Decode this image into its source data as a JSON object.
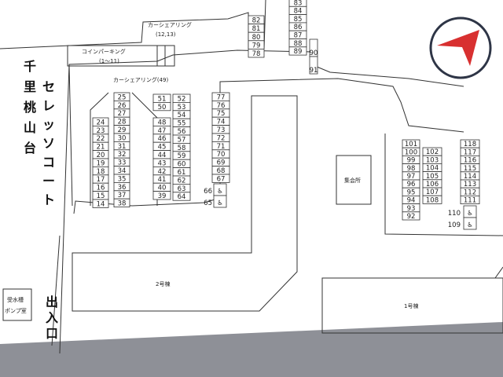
{
  "map": {
    "street_name_vertical": "千里桃山台",
    "building_name_vertical": "セレッソコート",
    "entrance": "出入口",
    "labels": {
      "car_share_top": "カーシェアリング",
      "car_share_top_nums": "(12,13)",
      "coin_parking": "コインパーキング",
      "coin_parking_range": "(1〜11)",
      "car_share_mid": "カーシェアリング(49)",
      "meeting_hall": "集会所",
      "bldg2": "2号棟",
      "bldg1": "1号棟",
      "pump_room_1": "受水槽",
      "pump_room_2": "ポンプ室"
    },
    "accessible_symbol": "♿",
    "stalls": {
      "col_78_89_left": [
        "82",
        "81",
        "80",
        "79",
        "78"
      ],
      "col_78_89_right": [
        "83",
        "84",
        "85",
        "86",
        "87",
        "88",
        "89"
      ],
      "small_90_91": [
        "90",
        "91"
      ],
      "left_col_a": [
        "24",
        "23",
        "22",
        "21",
        "20",
        "19",
        "18",
        "17",
        "16",
        "15",
        "14"
      ],
      "left_col_b": [
        "25",
        "26",
        "27",
        "28",
        "29",
        "30",
        "31",
        "32",
        "33",
        "34",
        "35",
        "36",
        "37",
        "38"
      ],
      "mid_col_a": [
        "48",
        "47",
        "46",
        "45",
        "44",
        "43",
        "42",
        "41",
        "40",
        "39"
      ],
      "mid_col_a_top": [
        "51",
        "50"
      ],
      "mid_col_b": [
        "52",
        "53",
        "54",
        "55",
        "56",
        "57",
        "58",
        "59",
        "60",
        "61",
        "62",
        "63",
        "64"
      ],
      "right_col": [
        "77",
        "76",
        "75",
        "74",
        "73",
        "72",
        "71",
        "70",
        "69",
        "68",
        "67"
      ],
      "accessible_66_65": [
        "66",
        "65"
      ],
      "east_a": [
        "101",
        "100",
        "99",
        "98",
        "97",
        "96",
        "95",
        "94",
        "93",
        "92"
      ],
      "east_b": [
        "102",
        "103",
        "104",
        "105",
        "106",
        "107",
        "108"
      ],
      "east_c": [
        "118",
        "117",
        "116",
        "115",
        "114",
        "113",
        "112",
        "111"
      ],
      "accessible_110_109": [
        "110",
        "109"
      ]
    }
  }
}
